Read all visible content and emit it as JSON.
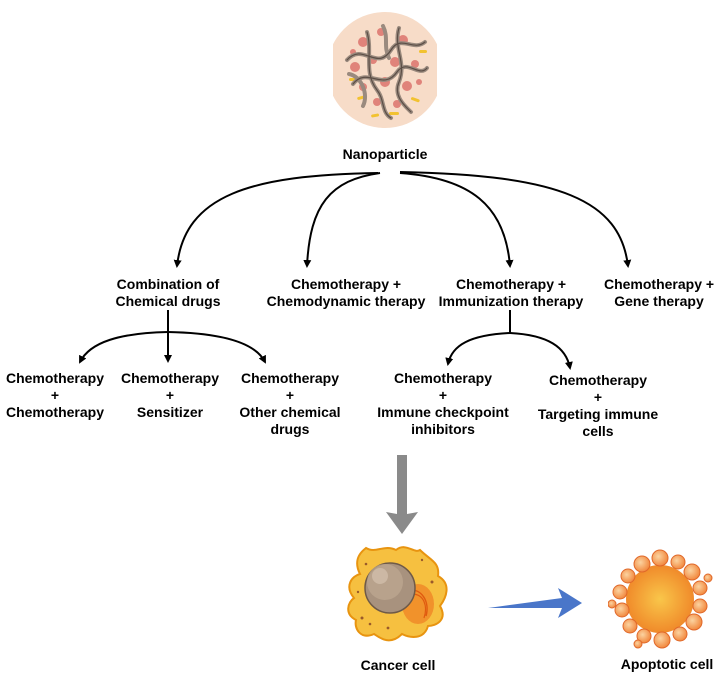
{
  "root": {
    "label": "Nanoparticle"
  },
  "branches": [
    {
      "lines": [
        "Combination of",
        "Chemical drugs"
      ]
    },
    {
      "lines": [
        "Chemotherapy +",
        "Chemodynamic therapy"
      ]
    },
    {
      "lines": [
        "Chemotherapy +",
        "Immunization therapy"
      ]
    },
    {
      "lines": [
        "Chemotherapy +",
        "Gene therapy"
      ]
    }
  ],
  "chemical_sub": [
    {
      "lines": [
        "Chemotherapy",
        "+",
        "Chemotherapy"
      ]
    },
    {
      "lines": [
        "Chemotherapy",
        "+",
        "Sensitizer"
      ]
    },
    {
      "lines": [
        "Chemotherapy",
        "+",
        "Other chemical",
        "drugs"
      ]
    }
  ],
  "immuno_sub": [
    {
      "lines": [
        "Chemotherapy",
        "+",
        "Immune checkpoint",
        "inhibitors"
      ]
    },
    {
      "lines": [
        "Chemotherapy",
        "+",
        "Targeting immune",
        "cells"
      ]
    }
  ],
  "outcome": {
    "cancer_label": "Cancer cell",
    "apoptotic_label": "Apoptotic cell"
  },
  "colors": {
    "line": "#000000",
    "down_arrow": "#8a8a8a",
    "right_arrow": "#4a76c9",
    "nanoparticle_bg": "#f7dcc8",
    "cancer_body": "#f6c040",
    "apoptotic_body": "#f6a640"
  },
  "icons": [
    "nanoparticle-icon",
    "cancer-cell-icon",
    "apoptotic-cell-icon"
  ]
}
